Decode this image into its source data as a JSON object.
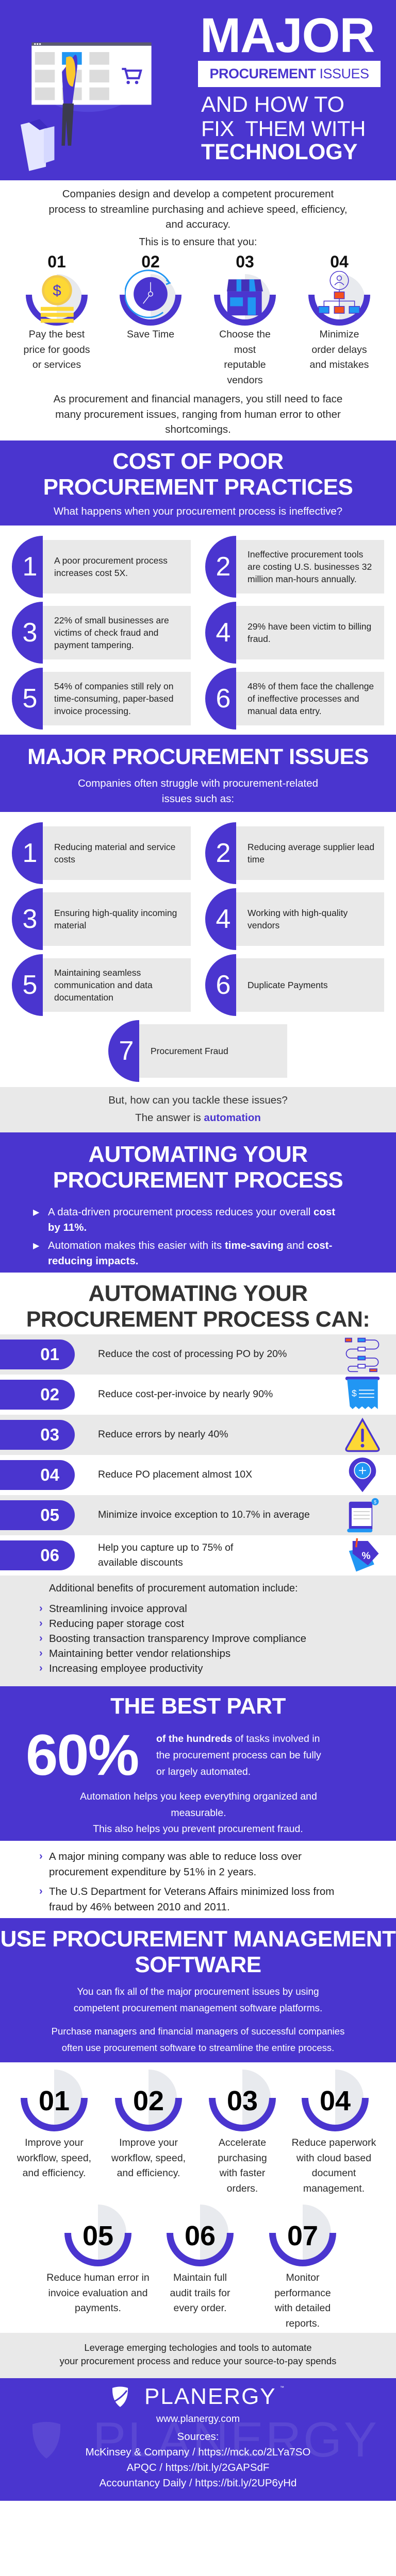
{
  "colors": {
    "brand_purple": "#4a35cf",
    "panel_gray": "#e9e9e9",
    "accent_blue": "#2196f3",
    "accent_yellow": "#fdd835",
    "accent_orange": "#f4511e"
  },
  "header": {
    "title_major": "MAJOR",
    "title_box_bold": "PROCUREMENT",
    "title_box_light": "ISSUES",
    "line2": "AND HOW TO",
    "line3": "FIX  THEM WITH",
    "line4": "TECHNOLOGY"
  },
  "intro": {
    "paragraph": "Companies design and develop a competent procurement process to streamline purchasing and achieve speed, efficiency, and accuracy.",
    "ensure_label": "This is to ensure that you:",
    "items": [
      {
        "num": "01",
        "label": "Pay the best price for goods or services",
        "icon": "coin-icon"
      },
      {
        "num": "02",
        "label": "Save Time",
        "icon": "clock-icon"
      },
      {
        "num": "03",
        "label": "Choose the most reputable vendors",
        "icon": "store-icon"
      },
      {
        "num": "04",
        "label": "Minimize order delays and mistakes",
        "icon": "org-chart-icon"
      }
    ],
    "followup": "As procurement and financial managers, you still need to face many procurement issues, ranging from human error to other shortcomings."
  },
  "cost": {
    "title_line1": "COST OF POOR",
    "title_line2": "PROCUREMENT PRACTICES",
    "subtitle": "What happens when your procurement process is ineffective?",
    "cards": [
      {
        "num": "1",
        "text": "A poor procurement process increases cost 5X."
      },
      {
        "num": "2",
        "text": "Ineffective procurement tools are costing U.S. businesses 32 million man-hours annually."
      },
      {
        "num": "3",
        "text": "22% of small businesses are victims of check fraud and payment tampering."
      },
      {
        "num": "4",
        "text": "29% have been victim to billing fraud."
      },
      {
        "num": "5",
        "text": "54% of companies still rely on time-consuming, paper-based invoice processing."
      },
      {
        "num": "6",
        "text": "48% of them face the challenge of ineffective processes and manual data entry."
      }
    ]
  },
  "issues": {
    "title": "MAJOR PROCUREMENT ISSUES",
    "subtitle": "Companies often struggle with procurement-related issues such as:",
    "cards": [
      {
        "num": "1",
        "text": "Reducing material and service costs"
      },
      {
        "num": "2",
        "text": "Reducing average supplier lead time"
      },
      {
        "num": "3",
        "text": "Ensuring high-quality incoming material"
      },
      {
        "num": "4",
        "text": "Working with high-quality vendors"
      },
      {
        "num": "5",
        "text": "Maintaining seamless communication and data documentation"
      },
      {
        "num": "6",
        "text": "Duplicate Payments"
      },
      {
        "num": "7",
        "text": "Procurement Fraud"
      }
    ]
  },
  "tackle": {
    "question": "But, how can you tackle these issues?",
    "answer_prefix": "The answer is ",
    "answer_highlight": "automation"
  },
  "automating": {
    "title_line1": "AUTOMATING YOUR",
    "title_line2": "PROCUREMENT PROCESS",
    "bullet1": {
      "text": "A data-driven procurement process reduces your overall ",
      "bold": "cost by 11%."
    },
    "bullet2": {
      "text": "Automation makes this easier with its ",
      "bold1": "time-saving",
      "mid": " and ",
      "bold2": "cost-reducing impacts."
    }
  },
  "can": {
    "title_line1": "AUTOMATING YOUR",
    "title_line2": "PROCUREMENT PROCESS CAN:",
    "rows": [
      {
        "num": "01",
        "text": "Reduce the cost of processing PO by 20%",
        "icon": "workflow-icon"
      },
      {
        "num": "02",
        "text": "Reduce cost-per-invoice by nearly 90%",
        "icon": "receipt-icon"
      },
      {
        "num": "03",
        "text": "Reduce errors by nearly 40%",
        "icon": "warning-icon"
      },
      {
        "num": "04",
        "text": "Reduce PO placement almost 10X",
        "icon": "location-pin-icon"
      },
      {
        "num": "05",
        "text": "Minimize invoice exception to 10.7% in average",
        "icon": "invoice-icon"
      },
      {
        "num": "06",
        "text": "Help you capture up to 75% of available discounts",
        "icon": "discount-tag-icon"
      }
    ]
  },
  "benefits": {
    "heading": "Additional benefits of procurement automation include:",
    "items": [
      "Streamlining invoice approval",
      "Reducing paper storage cost",
      "Boosting transaction transparency Improve compliance",
      "Maintaining better vendor relationships",
      "Increasing employee productivity"
    ]
  },
  "best": {
    "title": "THE BEST PART",
    "stat": "60%",
    "stat_bold": "of the hundreds",
    "stat_rest": " of tasks involved in the procurement process can be fully or largely automated.",
    "line1": "Automation helps you keep everything organized and measurable.",
    "line2": "This also helps you prevent procurement fraud."
  },
  "examples": [
    "A major mining company was able to reduce loss over procurement expenditure by 51% in 2 years.",
    "The U.S Department for Veterans Affairs minimized loss from fraud by 46% between 2010 and 2011."
  ],
  "software": {
    "title_line1": "USE PROCUREMENT MANAGEMENT",
    "title_line2": "SOFTWARE",
    "para1": "You can fix all of the major procurement issues by using competent procurement management software platforms.",
    "para2": "Purchase managers and financial managers of successful companies often use procurement software to streamline the entire process.",
    "items": [
      {
        "num": "01",
        "label": "Improve your workflow, speed, and efficiency."
      },
      {
        "num": "02",
        "label": "Improve your workflow, speed, and efficiency."
      },
      {
        "num": "03",
        "label": "Accelerate purchasing with faster orders."
      },
      {
        "num": "04",
        "label": "Reduce paperwork with cloud based document management."
      },
      {
        "num": "05",
        "label": "Reduce human error in invoice evaluation and payments."
      },
      {
        "num": "06",
        "label": "Maintain full audit trails for every order."
      },
      {
        "num": "07",
        "label": "Monitor performance with detailed reports."
      }
    ]
  },
  "cta": {
    "line1": "Leverage emerging techologies and tools to automate",
    "line2": "your procurement process and reduce your source-to-pay spends"
  },
  "footer": {
    "brand": "PLANERGY",
    "tm": "™",
    "website": "www.planergy.com",
    "sources_label": "Sources:",
    "sources": [
      "McKinsey & Company / https://mck.co/2LYa7SO",
      "APQC / https://bit.ly/2GAPSdF",
      "Accountancy Daily / https://bit.ly/2UP6yHd"
    ]
  }
}
